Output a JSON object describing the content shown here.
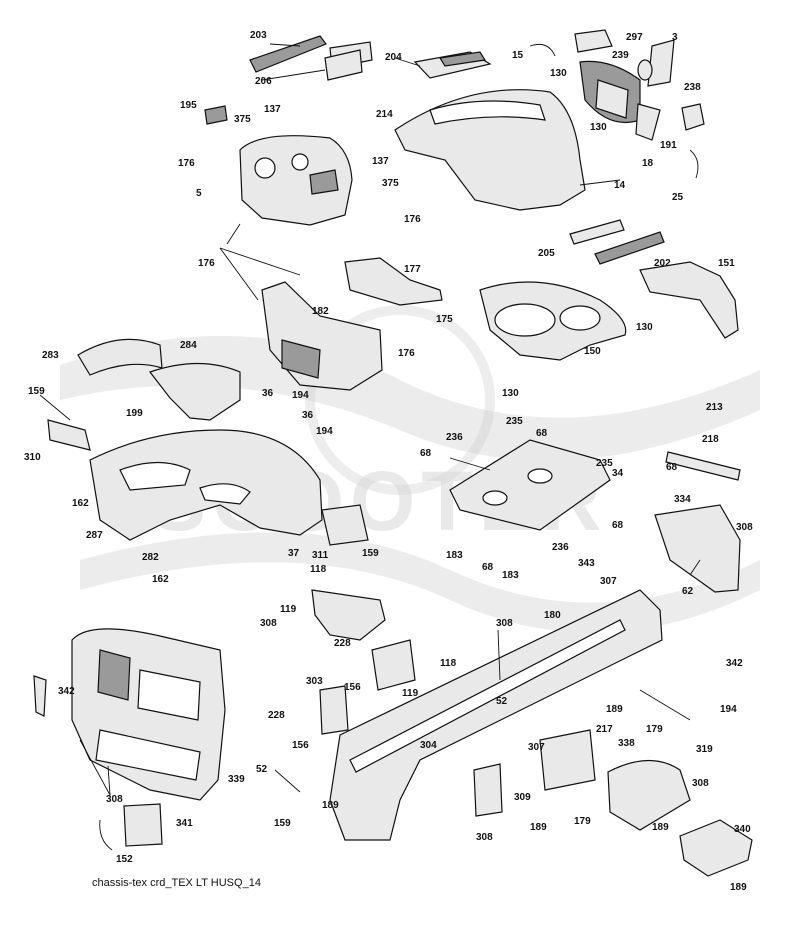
{
  "caption": "chassis-tex crd_TEX LT HUSQ_14",
  "watermark": "SCOOTER",
  "callouts": [
    "203",
    "297",
    "3",
    "15",
    "206",
    "204",
    "239",
    "130",
    "238",
    "195",
    "137",
    "375",
    "214",
    "176",
    "137",
    "375",
    "5",
    "130",
    "18",
    "191",
    "14",
    "25",
    "176",
    "176",
    "205",
    "202",
    "177",
    "151",
    "130",
    "176",
    "182",
    "175",
    "130",
    "150",
    "283",
    "284",
    "36",
    "194",
    "36",
    "159",
    "199",
    "194",
    "213",
    "235",
    "236",
    "68",
    "218",
    "310",
    "68",
    "235",
    "68",
    "34",
    "162",
    "287",
    "334",
    "311",
    "159",
    "68",
    "236",
    "183",
    "343",
    "282",
    "37",
    "162",
    "68",
    "183",
    "62",
    "308",
    "118",
    "307",
    "119",
    "180",
    "308",
    "308",
    "228",
    "118",
    "342",
    "303",
    "156",
    "119",
    "194",
    "52",
    "189",
    "228",
    "217",
    "179",
    "156",
    "304",
    "307",
    "338",
    "52",
    "319",
    "342",
    "309",
    "339",
    "189",
    "308",
    "308",
    "179",
    "159",
    "189",
    "308",
    "189",
    "340",
    "341",
    "152",
    "189"
  ]
}
